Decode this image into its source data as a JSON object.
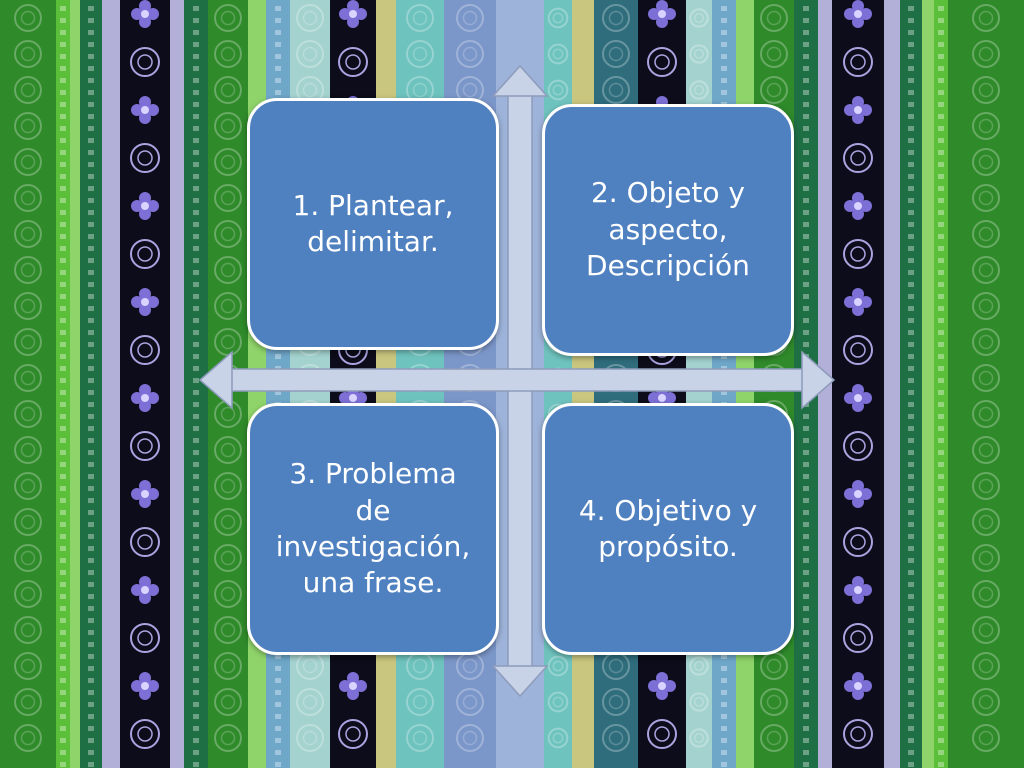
{
  "diagram": {
    "quadrants": [
      {
        "text": "1. Plantear, delimitar."
      },
      {
        "text": "2. Objeto y aspecto, Descripción"
      },
      {
        "text": "3. Problema de investigación, una frase."
      },
      {
        "text": "4. Objetivo y propósito."
      }
    ]
  },
  "colors": {
    "box_fill": "#4f80c0",
    "box_border": "#ffffff",
    "arrow": "#c9d3e8",
    "background_green": "#2f8a2a"
  }
}
